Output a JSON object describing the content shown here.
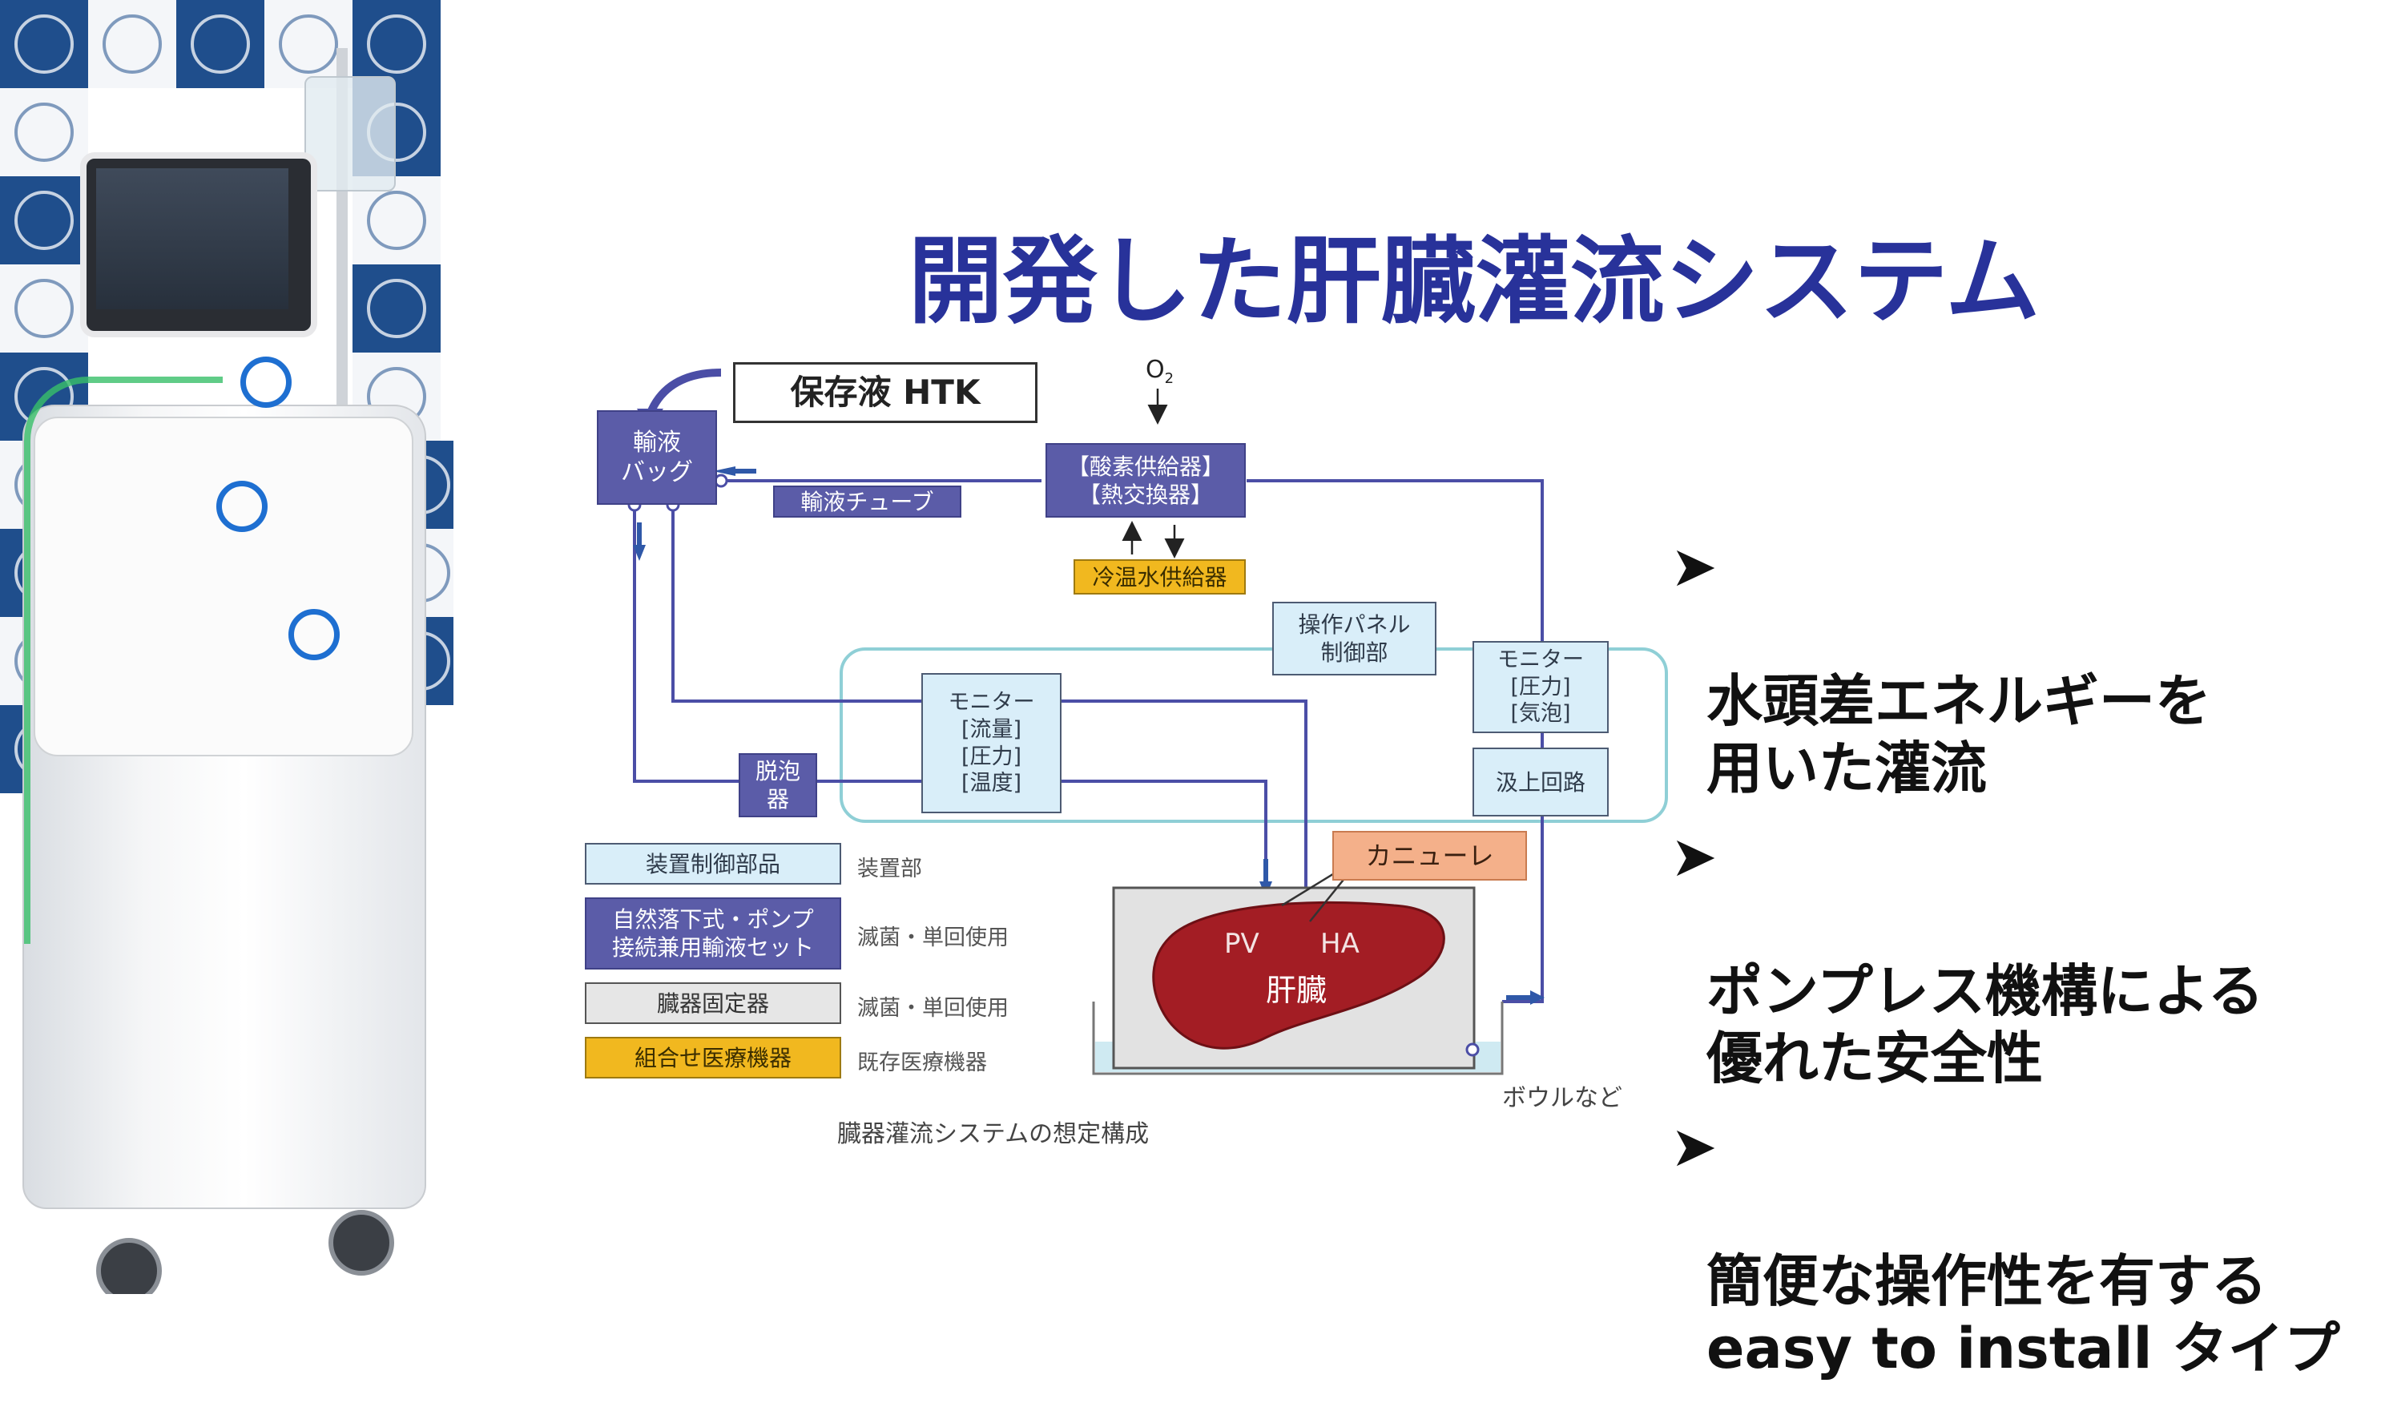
{
  "title": "開発した肝臓灌流システム",
  "photo": {
    "description_icon": "perfusion-machine-photo"
  },
  "diagram": {
    "htk": "保存液 HTK",
    "o2": "O",
    "o2_sub": "2",
    "infusion_bag": "輸液\nバッグ",
    "infusion_tube": "輸液チューブ",
    "oxygenator": "【酸素供給器】\n【熱交換器】",
    "cooling_water": "冷温水供給器",
    "control_panel": "操作パネル\n制御部",
    "monitor_pressure": "モニター\n[圧力]\n[気泡]",
    "monitor_flow": "モニター\n[流量]\n[圧力]\n[温度]",
    "defoamer": "脱泡\n器",
    "pump_circuit": "汲上回路",
    "cannula": "カニューレ",
    "pv": "PV",
    "ha": "HA",
    "liver": "肝臓",
    "bowl": "ボウルなど",
    "caption": "臓器灌流システムの想定構成",
    "legend": [
      {
        "box": "装置制御部品",
        "label": "装置部",
        "style": "light"
      },
      {
        "box": "自然落下式・ポンプ\n接続兼用輸液セット",
        "label": "滅菌・単回使用",
        "style": "dark"
      },
      {
        "box": "臓器固定器",
        "label": "滅菌・単回使用",
        "style": "grey"
      },
      {
        "box": "組合せ医療機器",
        "label": "既存医療機器",
        "style": "orange"
      }
    ],
    "colors": {
      "dark": "#5b5ca8",
      "light": "#d9eef9",
      "orange": "#f1b81f",
      "peach": "#f4b08a",
      "line": "#4b4ea6",
      "teal": "#8fcfd6",
      "liver": "#a31d24"
    }
  },
  "bullets": [
    {
      "mark": "➤",
      "text": "水頭差エネルギーを\n用いた灌流"
    },
    {
      "mark": "➤",
      "text": "ポンプレス機構による\n優れた安全性"
    },
    {
      "mark": "➤",
      "text": "簡便な操作性を有する\neasy to install タイプ"
    }
  ]
}
